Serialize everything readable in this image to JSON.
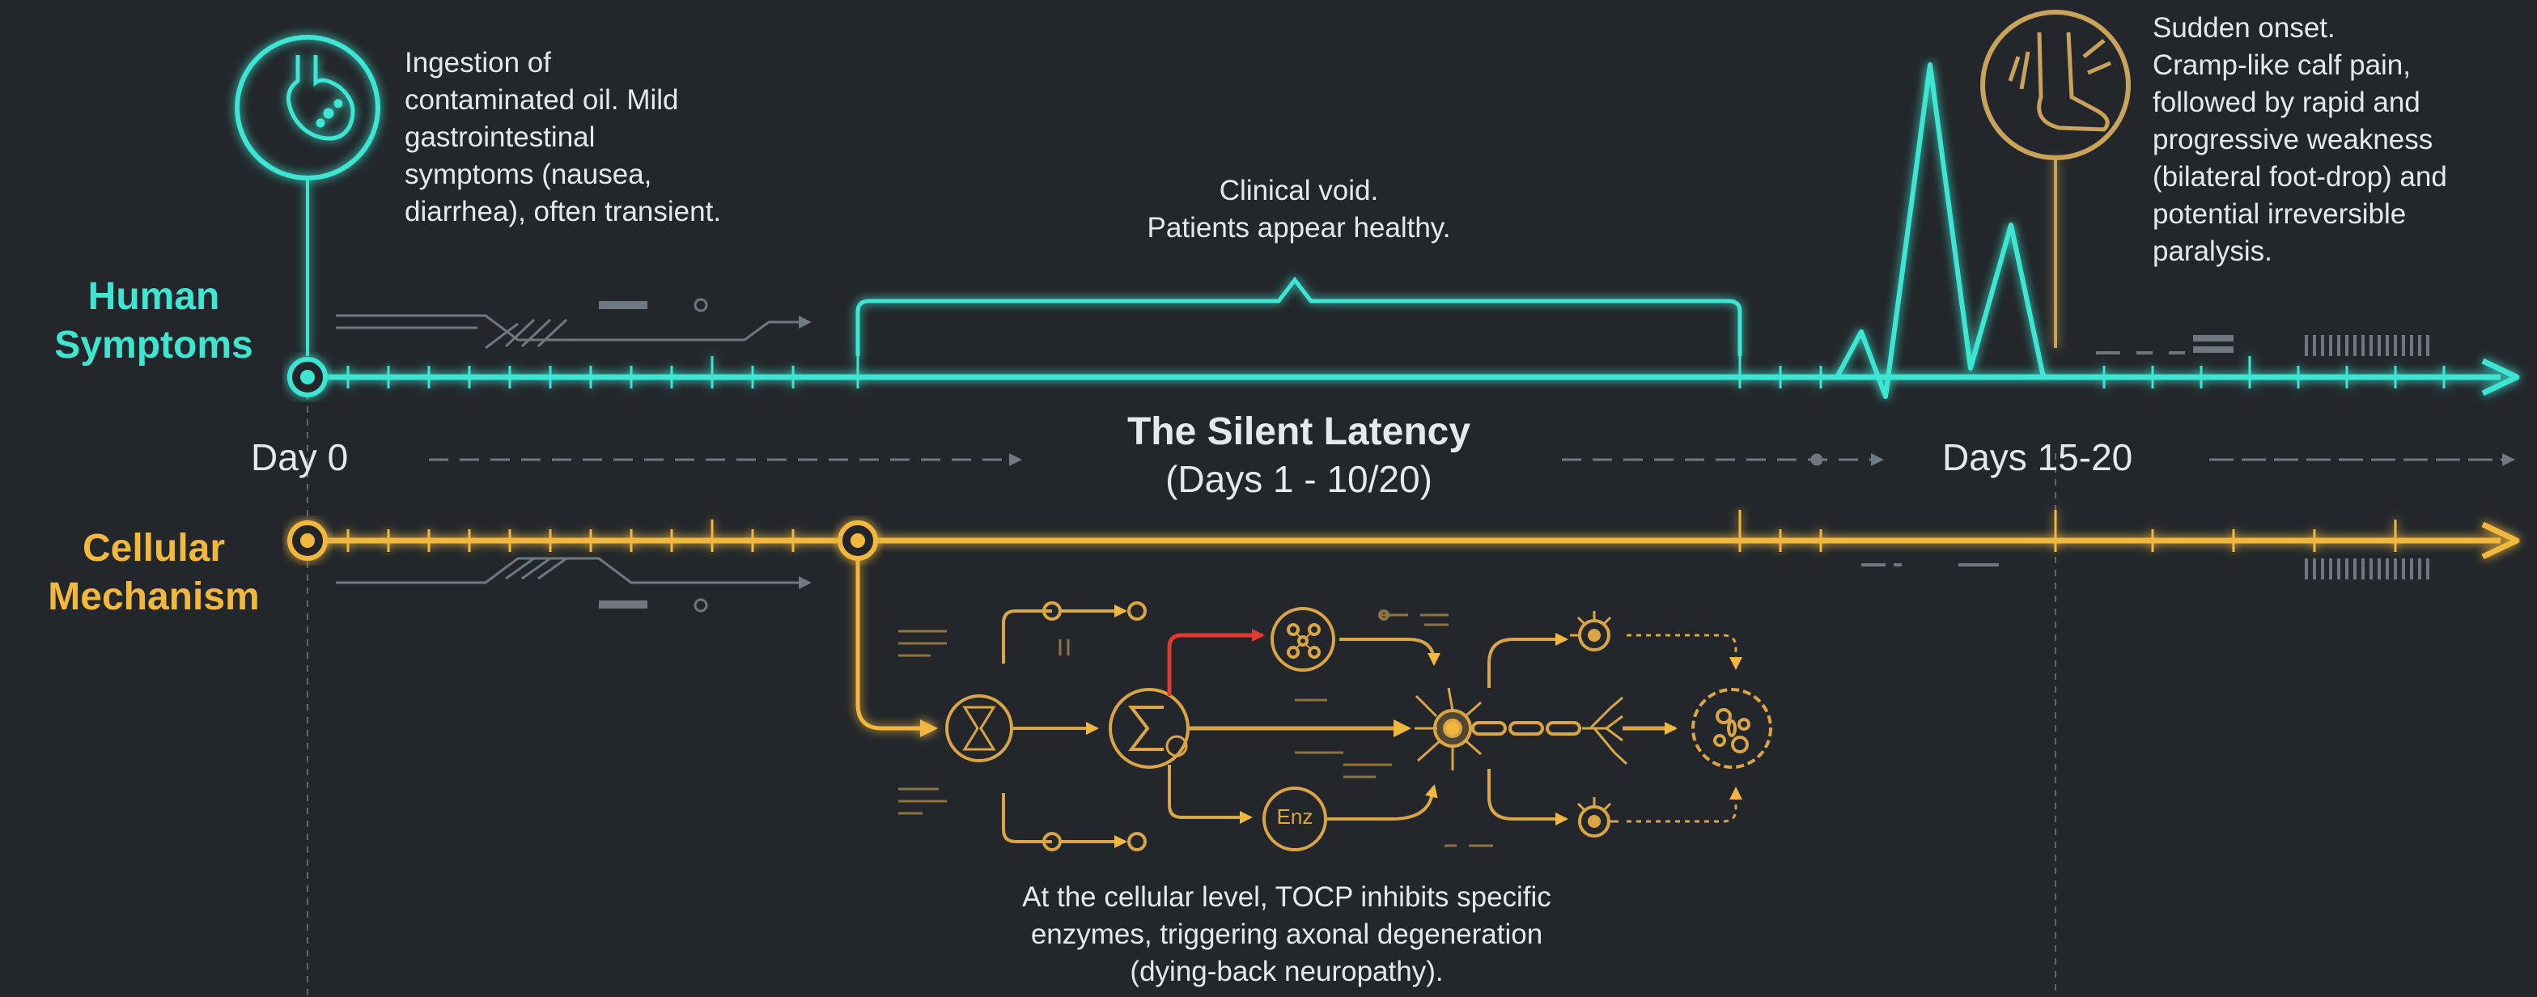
{
  "colors": {
    "background": "#23272b",
    "human_symptoms": "#3ee6d2",
    "cellular_mechanism": "#f2b83c",
    "alert_red": "#e23a2e",
    "text": "#e6e9eb",
    "dim_dashes": "#707a82"
  },
  "rows": {
    "human": {
      "label_line1": "Human",
      "label_line2": "Symptoms"
    },
    "cellular": {
      "label_line1": "Cellular",
      "label_line2": "Mechanism"
    }
  },
  "timeline": {
    "day0": "Day 0",
    "latency_title": "The Silent Latency",
    "latency_range": "(Days 1 - 10/20)",
    "onset_days": "Days 15-20"
  },
  "annotations": {
    "ingestion": [
      "Ingestion of",
      "contaminated oil. Mild",
      "gastrointestinal",
      "symptoms (nausea,",
      "diarrhea), often transient."
    ],
    "void": [
      "Clinical void.",
      "Patients appear healthy."
    ],
    "onset": [
      "Sudden onset.",
      "Cramp-like calf pain,",
      "followed by rapid and",
      "progressive weakness",
      "(bilateral foot-drop) and",
      "potential irreversible",
      "paralysis."
    ],
    "cellular": [
      "At the cellular level, TOCP inhibits specific",
      "enzymes, triggering axonal degeneration",
      "(dying-back neuropathy)."
    ]
  },
  "icons": {
    "stomach": "stomach-icon",
    "foot": "foot-icon",
    "hourglass": "hourglass-icon",
    "sigma": "sigma-icon",
    "enzyme": "enzyme-icon",
    "enzyme_label": "Enz",
    "molecule": "molecule-icon",
    "neuron": "neuron-icon",
    "cell": "cell-icon"
  }
}
